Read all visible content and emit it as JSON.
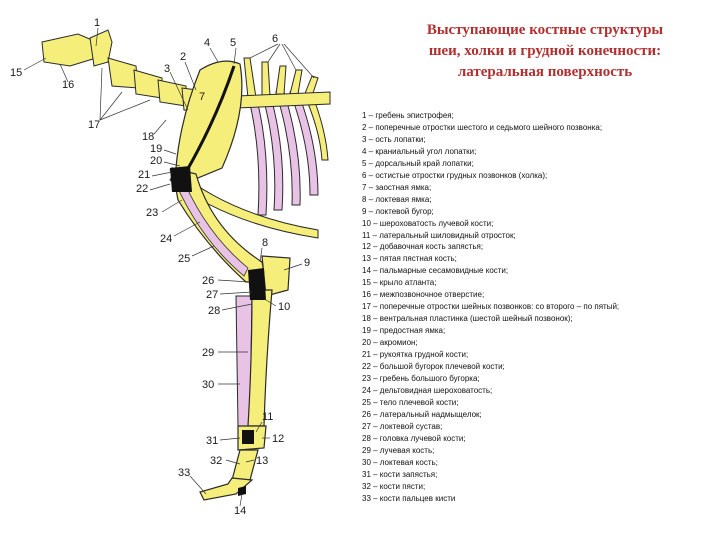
{
  "title": {
    "line1": "Выступающие костные структуры",
    "line2": "шеи, холки и грудной конечности:",
    "line3": "латеральная поверхность"
  },
  "legend": [
    "1 – гребень эпистрофея;",
    "2 – поперечные отростки шестого и седьмого шейного позвонка;",
    "3 – ость лопатки;",
    "4 – краниальный угол лопатки;",
    "5 – дорсальный край лопатки;",
    "6 – остистые отростки грудных позвонков (холка);",
    "7 – заостная ямка;",
    "8 – локтевая ямка;",
    "9 – локтевой бугор;",
    "10 – шероховатость лучевой кости;",
    "11 – латеральный шиловидный отросток;",
    "12 – добавочная кость запястья;",
    "13 – пятая пястная кость;",
    "14 – пальмарные сесамовидные кости;",
    "15 – крыло атланта;",
    "16 – межпозвоночное отверстие;",
    "17 – поперечные отростки шейных позвонков: со второго – по пятый;",
    "18 – вентральная пластинка (шестой шейный позвонок);",
    "19 – предостная ямка;",
    "20 – акромион;",
    "21 – рукоятка грудной кости;",
    "22 – большой бугорок плечевой кости;",
    "23 – гребень большого бугорка;",
    "24 – дельтовидная шероховатость;",
    "25 – тело плечевой кости;",
    "26 – латеральный надмыщелок;",
    "27 – локтевой сустав;",
    "28 – головка лучевой кости;",
    "29 – лучевая кость;",
    "30 – локтевая кость;",
    "31 – кости запястья;",
    "32 – кости пясти;",
    "33 – кости пальцев кисти"
  ],
  "callouts": [
    "1",
    "2",
    "3",
    "4",
    "5",
    "6",
    "7",
    "8",
    "9",
    "10",
    "11",
    "12",
    "13",
    "14",
    "15",
    "16",
    "17",
    "18",
    "19",
    "20",
    "21",
    "22",
    "23",
    "24",
    "25",
    "26",
    "27",
    "28",
    "29",
    "30",
    "31",
    "32",
    "33"
  ],
  "colors": {
    "bone": "#f6ee7a",
    "bone_outline": "#2a2a2a",
    "muscle": "#e8c3e6",
    "title": "#b03030"
  }
}
